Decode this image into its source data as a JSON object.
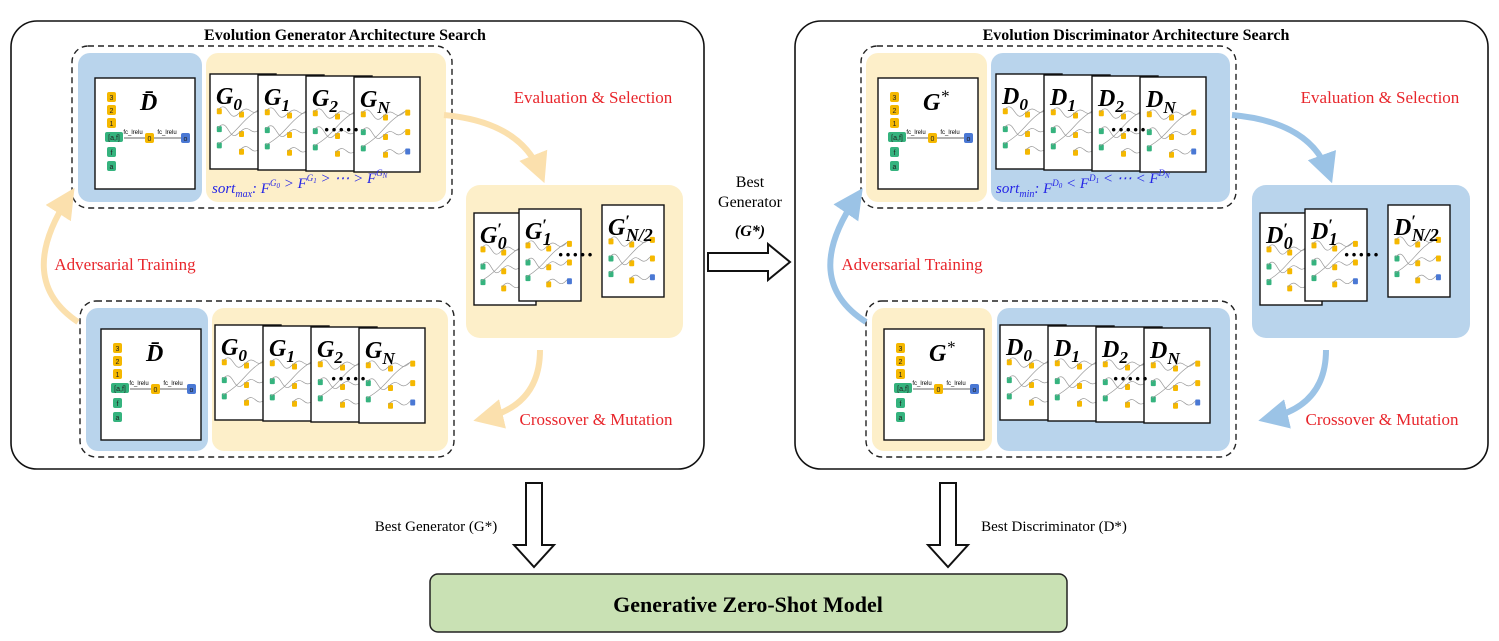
{
  "left_panel": {
    "title": "Evolution Generator Architecture Search",
    "fixed_net": "D̄",
    "population": [
      "G0",
      "G1",
      "G2",
      "GN"
    ],
    "sort_caption": "sort_max: F^{G_0} > F^{G_1} > ⋯ > F^{G_N}",
    "selected": [
      "G′0",
      "G′1",
      "G′N/2"
    ],
    "eval_label": "Evaluation & Selection",
    "cross_label": "Crossover & Mutation",
    "adv_label": "Adversarial Training"
  },
  "right_panel": {
    "title": "Evolution Discriminator Architecture Search",
    "fixed_net": "G*",
    "population": [
      "D0",
      "D1",
      "D2",
      "DN"
    ],
    "sort_caption": "sort_min: F^{D_0} < F^{D_1} < ⋯ < F^{D_N}",
    "selected": [
      "D′0",
      "D′1",
      "D′N/2"
    ],
    "eval_label": "Evaluation & Selection",
    "cross_label": "Crossover & Mutation",
    "adv_label": "Adversarial Training"
  },
  "middle_arrow": {
    "line1": "Best",
    "line2": "Generator",
    "line3": "(G*)"
  },
  "bottom": {
    "left_label": "Best Generator (G*)",
    "right_label": "Best Discriminator (D*)",
    "model_label": "Generative Zero-Shot Model"
  },
  "mini_graph": {
    "nodes": [
      "3",
      "2",
      "1",
      "[a,f]",
      "0",
      "o",
      "f",
      "a"
    ],
    "edges": [
      "fc_lrelu",
      "fc_lrelu"
    ]
  },
  "colors": {
    "blue_fill": "#b9d4ec",
    "yellow_fill": "#fdefc9",
    "red_text": "#e8262c",
    "blue_text": "#2424e6",
    "green_box": "#c9e1b4",
    "arrow_yellow": "#fbe4b6",
    "arrow_blue": "#9bc3e6"
  }
}
